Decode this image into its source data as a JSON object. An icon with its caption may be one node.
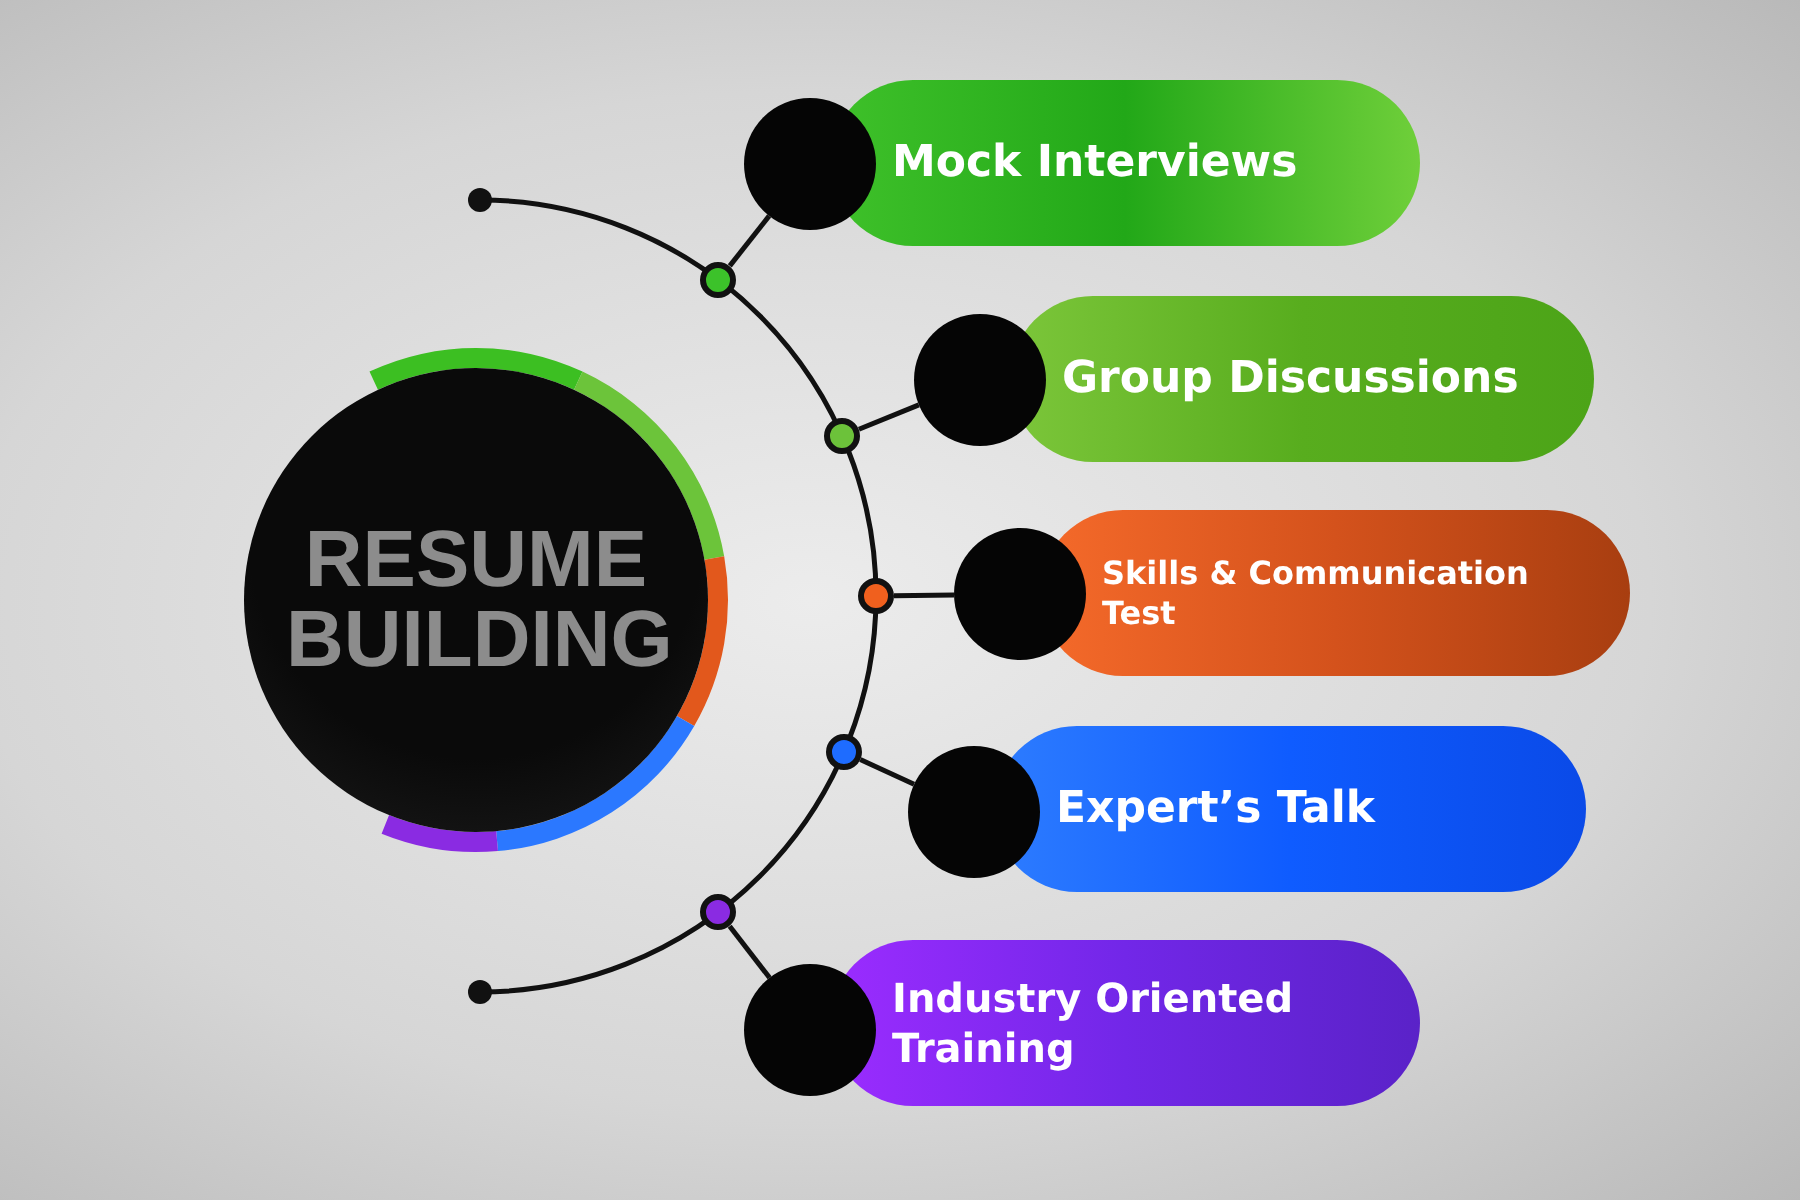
{
  "diagram": {
    "nodes": [
      {
        "text": [
          "RESUME BUILDING"
        ]
      },
      {
        "text": [
          "Mock Interviews"
        ]
      },
      {
        "text": [
          "Group Discussions"
        ]
      },
      {
        "text": [
          "Skills & Communication Test"
        ]
      },
      {
        "text": [
          "Expert’s Talk"
        ]
      },
      {
        "text": [
          "Industry Oriented Training"
        ]
      },
      {
        "text": [],
        "shape": "circle"
      },
      {
        "text": [],
        "shape": "circle"
      },
      {
        "text": [],
        "shape": "circle"
      },
      {
        "text": [],
        "shape": "circle"
      },
      {
        "text": [],
        "shape": "circle"
      }
    ],
    "edges": [
      {
        "from": 6,
        "to": 1,
        "arrow": "none"
      },
      {
        "from": 7,
        "to": 2,
        "arrow": "none"
      },
      {
        "from": 8,
        "to": 3,
        "arrow": "none"
      },
      {
        "from": 9,
        "to": 4,
        "arrow": "none"
      },
      {
        "from": 10,
        "to": 5,
        "arrow": "none"
      }
    ]
  }
}
